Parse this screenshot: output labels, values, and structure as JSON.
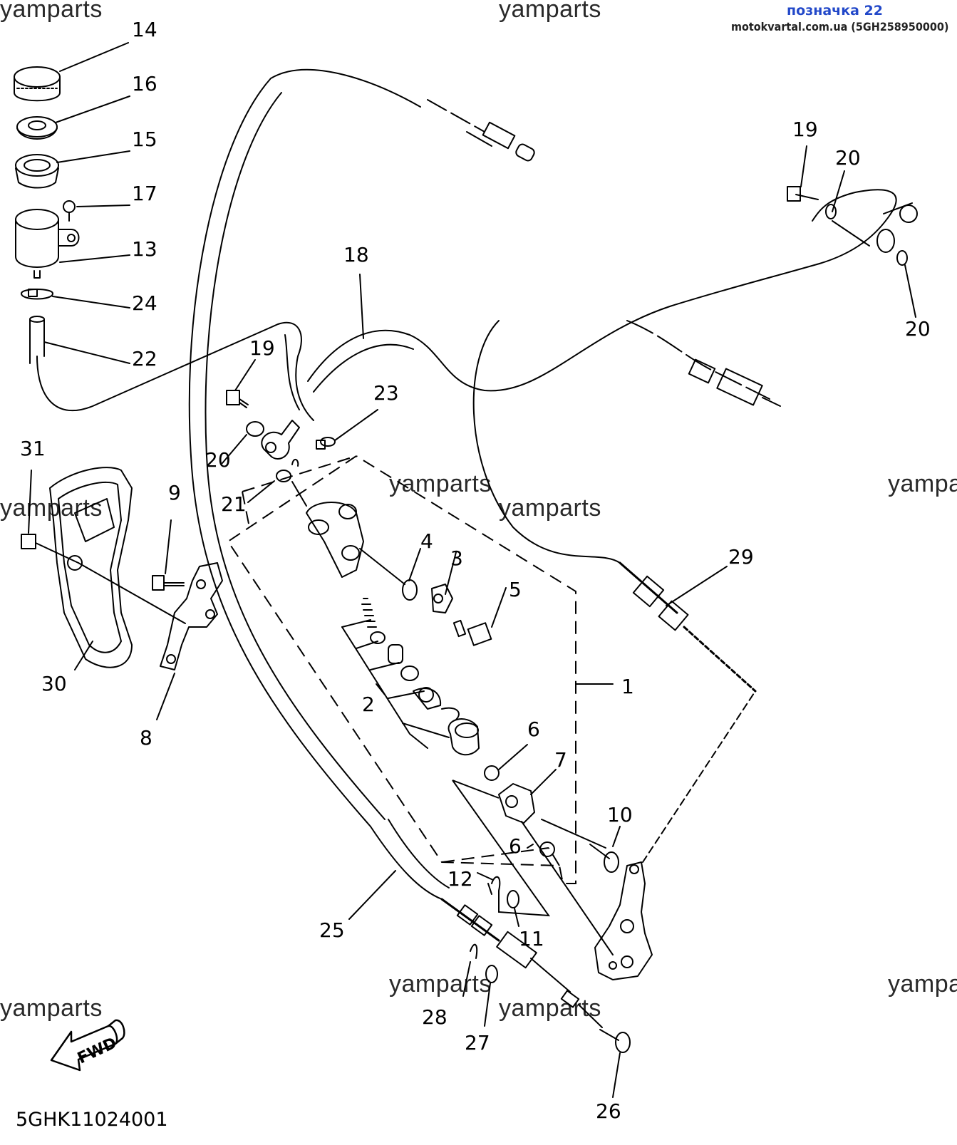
{
  "header": {
    "tag": "позначка 22",
    "source": "motokvartal.com.ua (5GH258950000)"
  },
  "watermark": "yamparts",
  "diagram_code": "5GHK11024001",
  "fwd_label": "FWD",
  "callouts": {
    "c1": "1",
    "c2": "2",
    "c3": "3",
    "c4": "4",
    "c5": "5",
    "c6a": "6",
    "c6b": "6",
    "c7": "7",
    "c8": "8",
    "c9": "9",
    "c10": "10",
    "c11": "11",
    "c12": "12",
    "c13": "13",
    "c14": "14",
    "c15": "15",
    "c16": "16",
    "c17": "17",
    "c18": "18",
    "c19a": "19",
    "c19b": "19",
    "c20a": "20",
    "c20b": "20",
    "c20c": "20",
    "c21": "21",
    "c22": "22",
    "c23": "23",
    "c24": "24",
    "c25": "25",
    "c26": "26",
    "c27": "27",
    "c28": "28",
    "c29": "29",
    "c30": "30",
    "c31": "31"
  },
  "icons": {
    "fwd": "forward-direction-arrow-icon"
  }
}
